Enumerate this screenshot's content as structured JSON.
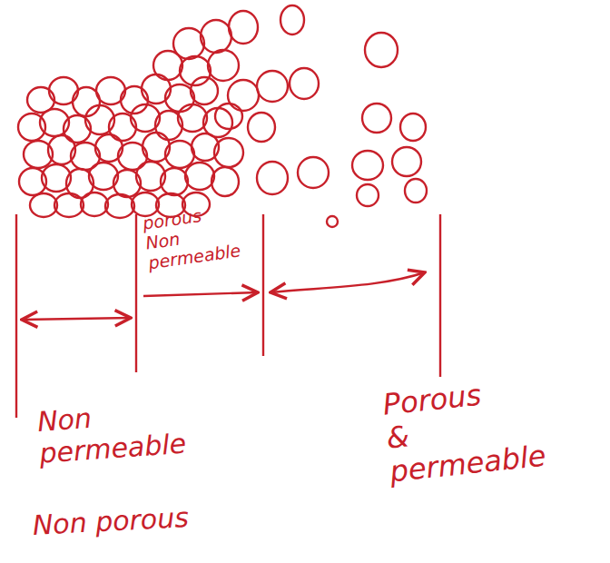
{
  "diagram": {
    "labels": [
      "porous Non permeable",
      "Non permeable",
      "Non porous",
      "Porous & permeable"
    ]
  }
}
